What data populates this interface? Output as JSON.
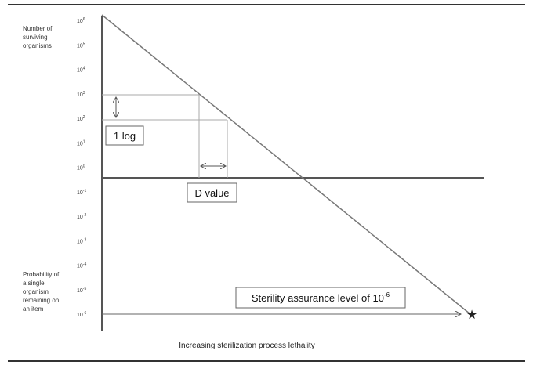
{
  "chart_data": {
    "type": "line",
    "title": "",
    "xlabel": "Increasing sterilization process lethality",
    "ylabel_top": [
      "Number of",
      "surviving",
      "organisms"
    ],
    "ylabel_bottom": [
      "Probability of",
      "a single",
      "organism",
      "remaining on",
      "an item"
    ],
    "y_scale": "log",
    "ylim_exponent": [
      -6,
      6
    ],
    "y_ticks": [
      {
        "base": "10",
        "exp": "6"
      },
      {
        "base": "10",
        "exp": "5"
      },
      {
        "base": "10",
        "exp": "4"
      },
      {
        "base": "10",
        "exp": "3"
      },
      {
        "base": "10",
        "exp": "2"
      },
      {
        "base": "10",
        "exp": "1"
      },
      {
        "base": "10",
        "exp": "0"
      },
      {
        "base": "10",
        "exp": "-1"
      },
      {
        "base": "10",
        "exp": "-2"
      },
      {
        "base": "10",
        "exp": "-3"
      },
      {
        "base": "10",
        "exp": "-4"
      },
      {
        "base": "10",
        "exp": "-5"
      },
      {
        "base": "10",
        "exp": "-6"
      }
    ],
    "series": [
      {
        "values_exponent": [
          6,
          -6
        ]
      }
    ],
    "annotations": {
      "one_log": "1 log",
      "d_value": "D value",
      "sal_text": "Sterility assurance level of 10",
      "sal_exp": "-6",
      "star": "★"
    },
    "grid": false
  }
}
